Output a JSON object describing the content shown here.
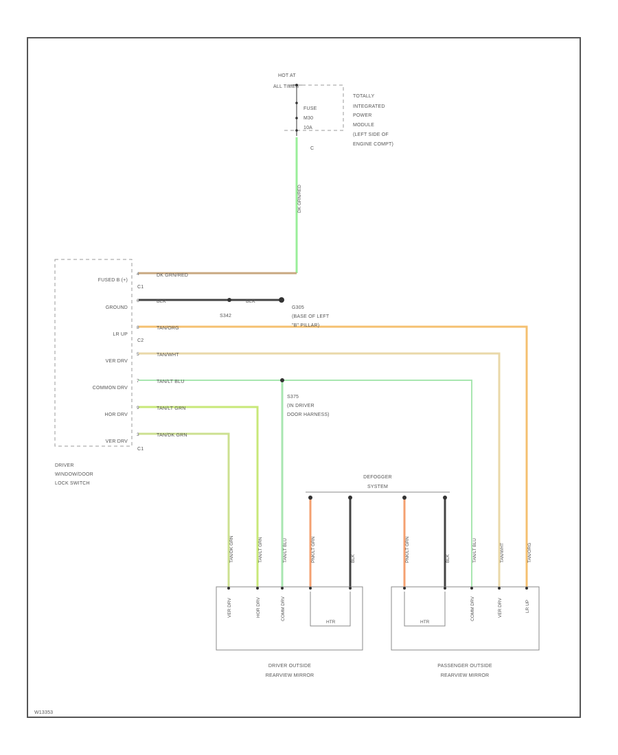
{
  "diagram_code": "W13353",
  "power_source": {
    "hot_at": "HOT AT",
    "battery": "ALL TIMES",
    "fuse_label": "FUSE",
    "fuse_number": "M30",
    "fuse_rating": "10A",
    "terminal": "C",
    "module_lines": [
      "TOTALLY",
      "INTEGRATED",
      "POWER",
      "MODULE",
      "(LEFT SIDE OF",
      "ENGINE COMPT)"
    ]
  },
  "switch": {
    "name_lines": [
      "DRIVER",
      "WINDOW/DOOR",
      "LOCK SWITCH"
    ],
    "pins": [
      "FUSED B (+)",
      "GROUND",
      "LR UP",
      "VER DRV",
      "COMMON DRV",
      "HOR DRV",
      "VER DRV"
    ],
    "connectors": [
      "C1",
      "C2",
      "C1"
    ],
    "pin_numbers": [
      "4",
      "6",
      "8",
      "5",
      "7",
      "9",
      "3"
    ]
  },
  "wires": {
    "fused_b": "DK GRN/RED",
    "ground_a": "BLK",
    "ground_b": "BLK",
    "lr_up": "TAN/ORG",
    "ver_drv_right": "TAN/WHT",
    "common_drv": "TAN/LT BLU",
    "hor_drv": "TAN/LT GRN",
    "ver_drv_left": "TAN/DK GRN",
    "vertical_supply": "DK GRN/RED",
    "driver_mirror": [
      "TAN/DK GRN",
      "TAN/LT GRN",
      "TAN/LT BLU",
      "PNK/LT GRN",
      "BLK"
    ],
    "passenger_mirror": [
      "PNK/LT GRN",
      "BLK",
      "TAN/LT BLU",
      "TAN/WHT",
      "TAN/ORG"
    ]
  },
  "splices": {
    "s342": "S342",
    "g305_lines": [
      "G305",
      "(BASE OF LEFT",
      "\"B\" PILLAR)"
    ],
    "s375_lines": [
      "S375",
      "(IN DRIVER",
      "DOOR HARNESS)"
    ]
  },
  "defogger": {
    "lines": [
      "DEFOGGER",
      "SYSTEM"
    ]
  },
  "driver_mirror": {
    "pins": [
      "VER DRV",
      "HOR DRV",
      "COMM DRV"
    ],
    "heater": "HTR",
    "caption": [
      "DRIVER OUTSIDE",
      "REARVIEW MIRROR"
    ]
  },
  "passenger_mirror": {
    "pins": [
      "COMM DRV",
      "VER DRV",
      "LR UP"
    ],
    "heater": "HTR",
    "caption": [
      "PASSENGER OUTSIDE",
      "REARVIEW MIRROR"
    ]
  },
  "colors": {
    "dk_grn_red": "#99ee99",
    "brown_orange": "#c8a880",
    "black": "#444444",
    "tan_orange": "#f5c070",
    "tan_white": "#ead8a8",
    "tan_lt_blue": "#a8e6b0",
    "tan_lt_green": "#c8e878",
    "tan_dk_green": "#cce090",
    "pink_lt_green": "#f4a070"
  }
}
